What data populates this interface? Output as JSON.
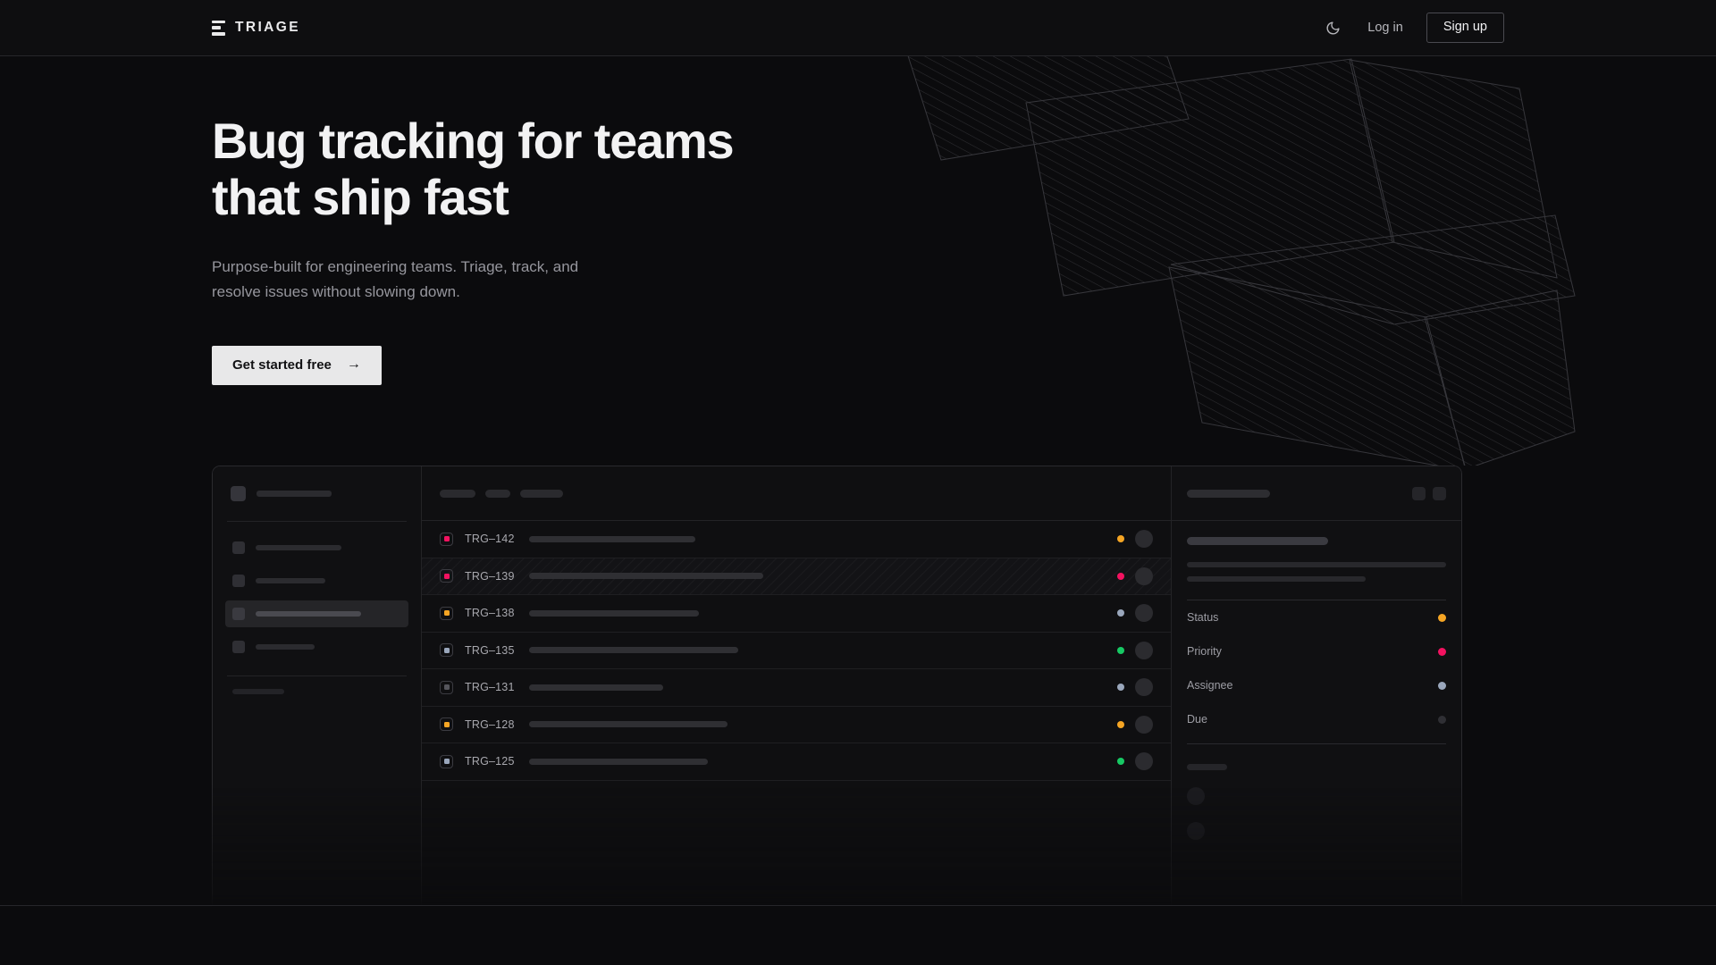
{
  "theme": {
    "bg": "#0b0b0d",
    "panel": "#101012",
    "border": "#2a2a2e",
    "text_primary": "#f2f2f3",
    "text_muted": "#96969d",
    "accent_amber": "#f5a524",
    "accent_pink": "#f31260",
    "accent_green": "#17c964",
    "accent_blue_gray": "#9aa7bc",
    "accent_dim": "#3a3a40",
    "cta_bg": "#e8e8e9"
  },
  "header": {
    "brand": "TRIAGE",
    "brand_icon": "stacked-bars-logo-icon",
    "theme_toggle_icon": "moon-icon",
    "login_label": "Log in",
    "signup_label": "Sign up"
  },
  "hero": {
    "headline_line1": "Bug tracking for teams",
    "headline_line2": "that ship fast",
    "subhead_line1": "Purpose-built for engineering teams. Triage, track, and",
    "subhead_line2": "resolve issues without slowing down.",
    "cta_label": "Get started free",
    "cta_arrow": "→",
    "decoration": "striped-rotated-panels"
  },
  "mockup": {
    "sidebar": {
      "nav_items": [
        {
          "active": false,
          "width": 96
        },
        {
          "active": false,
          "width": 78
        },
        {
          "active": true,
          "width": 118
        },
        {
          "active": false,
          "width": 66
        }
      ],
      "section_label_width": 58,
      "mini_items": 3
    },
    "list": {
      "toolbar_pills": [
        40,
        28,
        48
      ],
      "rows": [
        {
          "key": "TRG–142",
          "priority_color": "#f31260",
          "title_width": 186,
          "status_color": "#f5a524",
          "striped": false
        },
        {
          "key": "TRG–139",
          "priority_color": "#f31260",
          "title_width": 262,
          "status_color": "#f31260",
          "striped": true
        },
        {
          "key": "TRG–138",
          "priority_color": "#f5a524",
          "title_width": 190,
          "status_color": "#9aa7bc",
          "striped": false
        },
        {
          "key": "TRG–135",
          "priority_color": "#9aa7bc",
          "title_width": 234,
          "status_color": "#17c964",
          "striped": false
        },
        {
          "key": "TRG–131",
          "priority_color": "#55555c",
          "title_width": 150,
          "status_color": "#9aa7bc",
          "striped": false
        },
        {
          "key": "TRG–128",
          "priority_color": "#f5a524",
          "title_width": 222,
          "status_color": "#f5a524",
          "striped": false
        },
        {
          "key": "TRG–125",
          "priority_color": "#9aa7bc",
          "title_width": 200,
          "status_color": "#17c964",
          "striped": false
        }
      ]
    },
    "detail": {
      "header_action_icons": [
        "square-button-icon",
        "square-button-icon"
      ],
      "meta": [
        {
          "label": "Status",
          "color": "#f5a524"
        },
        {
          "label": "Priority",
          "color": "#f31260"
        },
        {
          "label": "Assignee",
          "color": "#9aa7bc"
        },
        {
          "label": "Due",
          "color": "#2f2f34"
        }
      ],
      "avatar_count": 2
    }
  }
}
